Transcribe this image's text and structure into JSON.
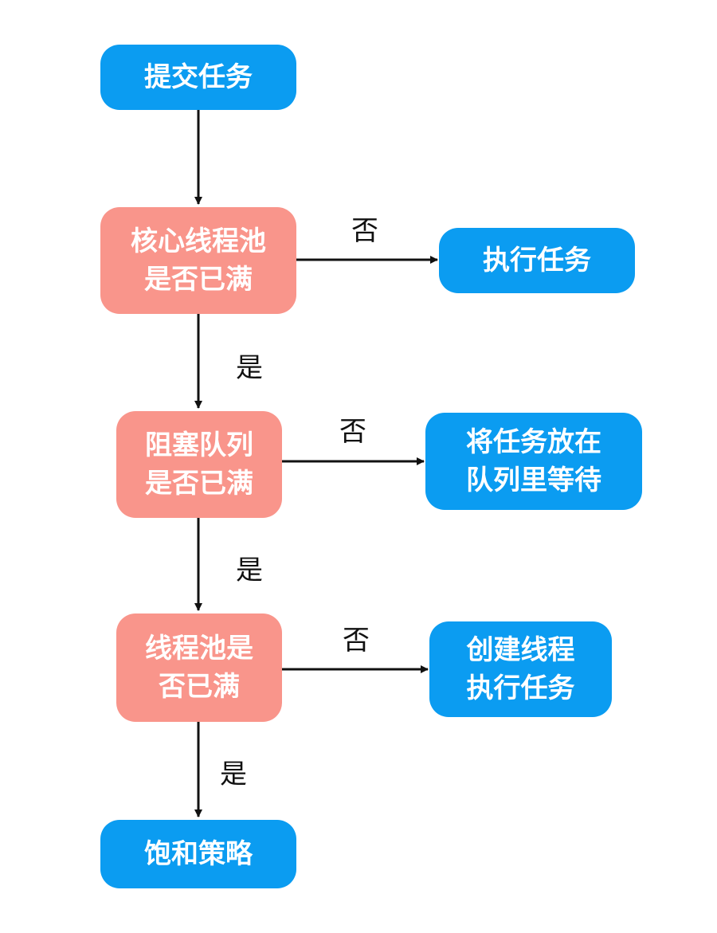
{
  "nodes": {
    "submit": "提交任务",
    "core_full": [
      "核心线程池",
      "是否已满"
    ],
    "exec": "执行任务",
    "queue_full": [
      "阻塞队列",
      "是否已满"
    ],
    "enqueue": [
      "将任务放在",
      "队列里等待"
    ],
    "pool_full": [
      "线程池是",
      "否已满"
    ],
    "create": [
      "创建线程",
      "执行任务"
    ],
    "reject": "饱和策略"
  },
  "labels": {
    "no": "否",
    "yes": "是"
  },
  "colors": {
    "action": "#0b9cf1",
    "decision": "#f9958b",
    "arrow": "#111111"
  }
}
